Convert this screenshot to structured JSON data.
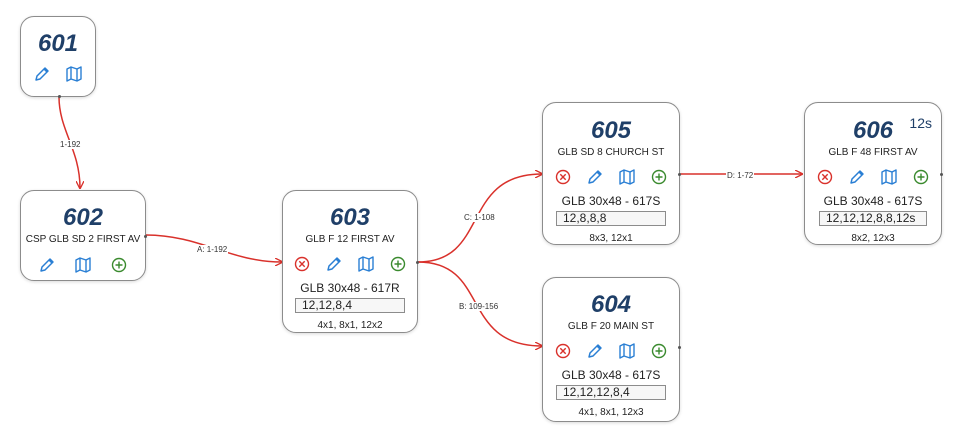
{
  "nodes": {
    "n601": {
      "id": "601"
    },
    "n602": {
      "id": "602",
      "address": "CSP GLB SD 2 FIRST AV"
    },
    "n603": {
      "id": "603",
      "address": "GLB F 12 FIRST AV",
      "spec": "GLB 30x48 - 617R",
      "pairs": "12,12,8,4",
      "counts": "4x1, 8x1, 12x2"
    },
    "n604": {
      "id": "604",
      "address": "GLB F 20 MAIN ST",
      "spec": "GLB 30x48 - 617S",
      "pairs": "12,12,12,8,4",
      "counts": "4x1, 8x1, 12x3"
    },
    "n605": {
      "id": "605",
      "address": "GLB SD 8 CHURCH ST",
      "spec": "GLB 30x48 - 617S",
      "pairs": "12,8,8,8",
      "counts": "8x3, 12x1"
    },
    "n606": {
      "id": "606",
      "address": "GLB F 48 FIRST AV",
      "spec": "GLB 30x48 - 617S",
      "pairs": "12,12,12,8,8,12s",
      "counts": "8x2, 12x3",
      "badge": "12s"
    }
  },
  "edges": {
    "e601_602": "1-192",
    "e602_603": "A: 1-192",
    "e603_605": "C: 1-108",
    "e603_604": "B: 109-156",
    "e605_606": "D: 1-72"
  },
  "icons": [
    "edit-icon",
    "map-icon",
    "remove-icon",
    "add-icon"
  ],
  "colors": {
    "edge": "#d9312b",
    "title": "#1f3f68",
    "icon_blue": "#2a7fd4",
    "remove": "#d9312b",
    "add": "#3a8a2e"
  }
}
